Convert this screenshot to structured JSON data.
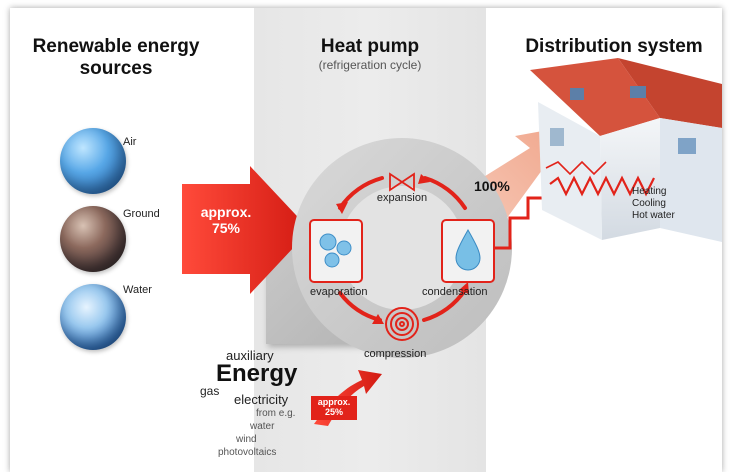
{
  "headings": {
    "renewable_line1": "Renewable energy",
    "renewable_line2": "sources",
    "heat_pump": "Heat pump",
    "heat_pump_sub": "(refrigeration cycle)",
    "distribution": "Distribution system"
  },
  "sources": [
    {
      "label": "Air"
    },
    {
      "label": "Ground"
    },
    {
      "label": "Water"
    }
  ],
  "arrows": {
    "approx_line1": "approx.",
    "approx_value": "75%",
    "output_value": "100%",
    "aux_approx": "approx.",
    "aux_value": "25%"
  },
  "cycle": {
    "expansion": "expansion",
    "evaporation": "evaporation",
    "condensation": "condensation",
    "compression": "compression"
  },
  "outputs": [
    "Heating",
    "Cooling",
    "Hot water"
  ],
  "auxiliary": {
    "label": "auxiliary",
    "energy": "Energy",
    "gas": "gas",
    "electricity": "electricity",
    "from": "from e.g.",
    "items": [
      "water",
      "wind",
      "photovoltaics"
    ]
  },
  "colors": {
    "accent_red": "#e2231a",
    "salmon_arrow": "#f2b09a",
    "panel_gray": "#e8e8e8"
  }
}
